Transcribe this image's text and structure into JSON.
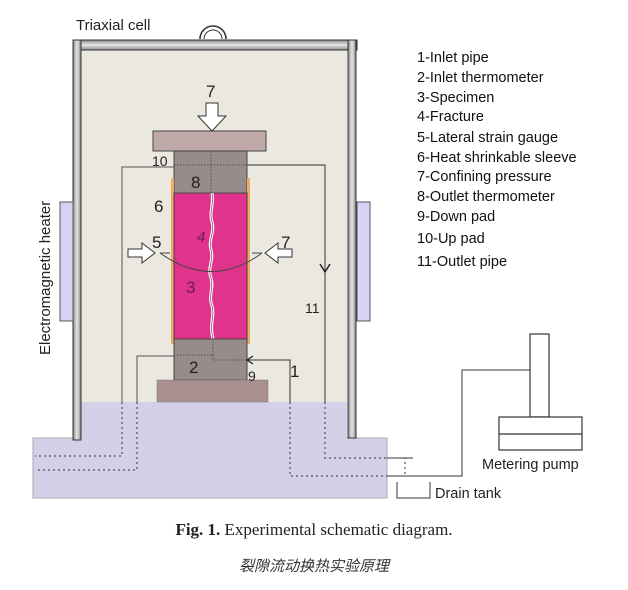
{
  "diagram": {
    "title_label": "Triaxial cell",
    "heater_label": "Electromagnetic heater",
    "metering_pump_label": "Metering pump",
    "drain_tank_label": "Drain tank",
    "callouts": {
      "n1": "1",
      "n2": "2",
      "n3": "3",
      "n4": "4",
      "n5": "5",
      "n6": "6",
      "n7_top": "7",
      "n7_side": "7",
      "n8": "8",
      "n9": "9",
      "n10": "10",
      "n11": "11"
    },
    "legend": [
      "1-Inlet pipe",
      "2-Inlet  thermometer",
      "3-Specimen",
      "4-Fracture",
      "5-Lateral  strain gauge",
      "6-Heat shrinkable sleeve",
      "7-Confining  pressure",
      "8-Outlet  thermometer",
      "9-Down  pad",
      "10-Up  pad",
      "11-Outlet  pipe"
    ],
    "colors": {
      "specimen": "#e0338c",
      "pad": "#978c8a",
      "platen": "#bfa8a8",
      "cell_interior": "#ebe8e0",
      "fluid_bath": "#d3d0e8",
      "heater": "#d6d4f5",
      "sleeve": "#f0a868"
    }
  },
  "caption": {
    "fig_label": "Fig. 1.",
    "fig_text": " Experimental schematic diagram.",
    "subtitle": "裂隙流动换热实验原理"
  }
}
